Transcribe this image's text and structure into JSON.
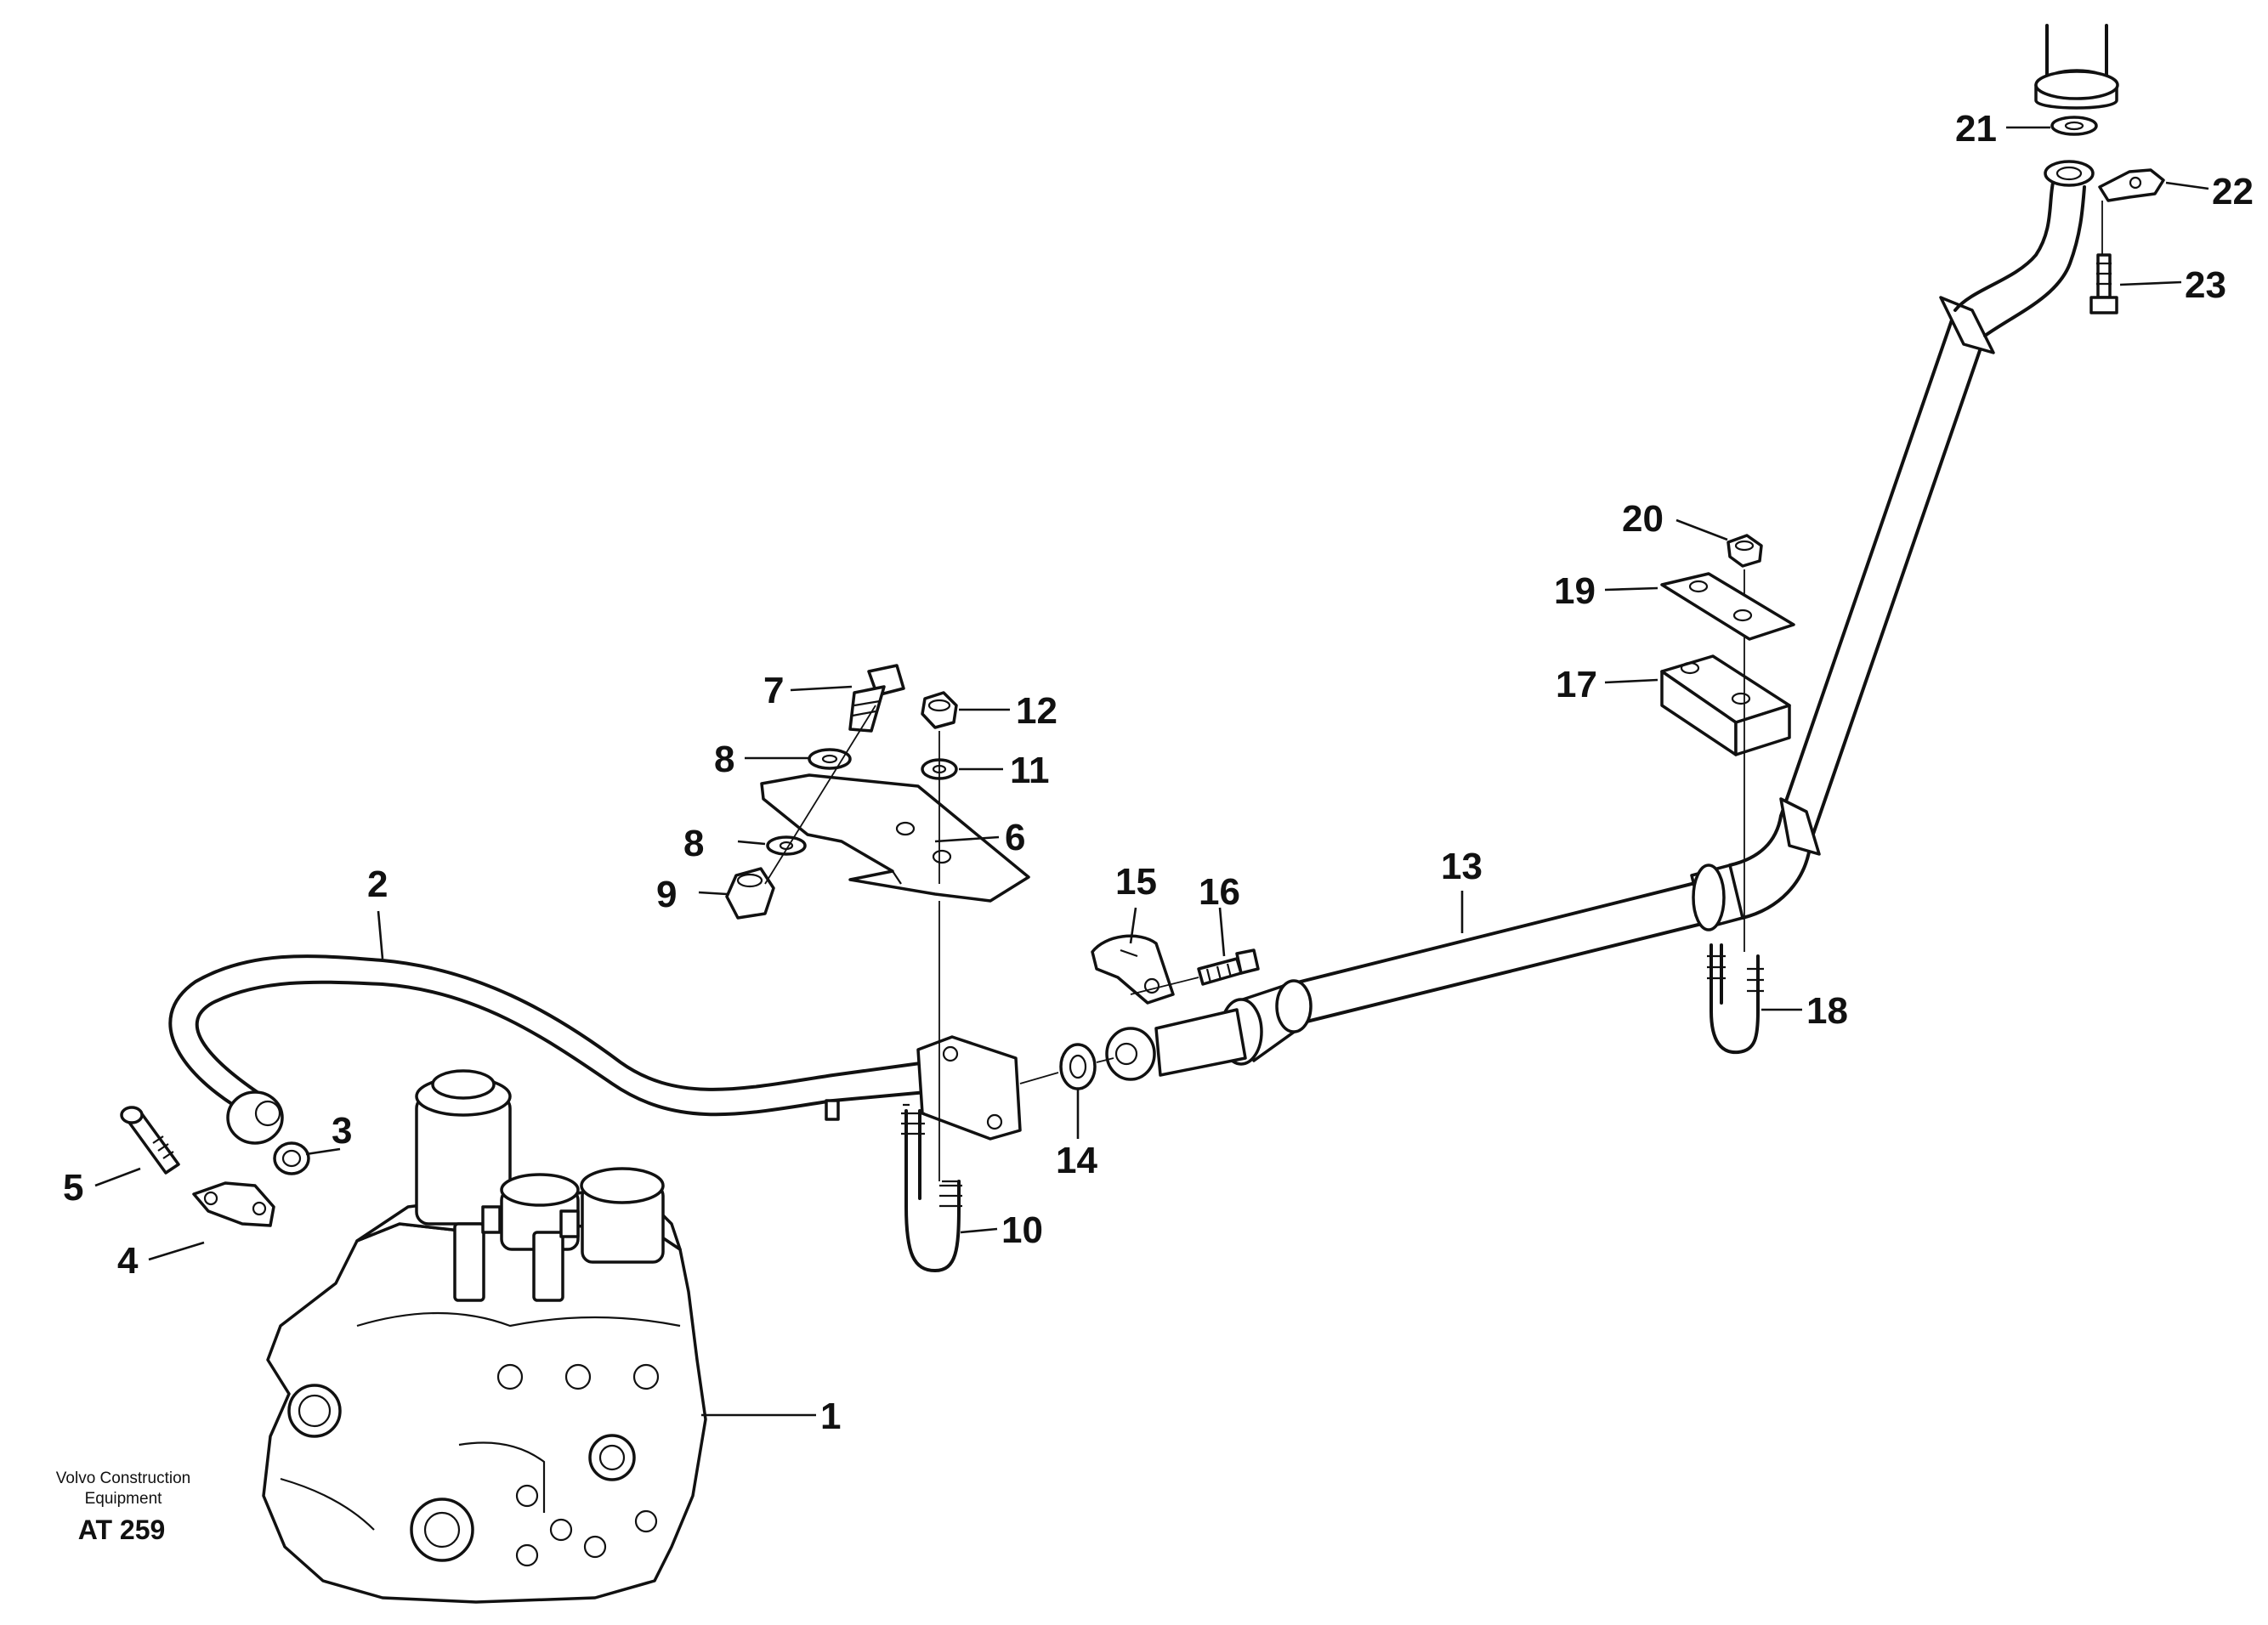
{
  "caption": {
    "company_line1": "Volvo Construction",
    "company_line2": "Equipment",
    "code": "AT 259"
  },
  "callouts": [
    {
      "id": "1",
      "label": "1"
    },
    {
      "id": "2",
      "label": "2"
    },
    {
      "id": "3",
      "label": "3"
    },
    {
      "id": "4",
      "label": "4"
    },
    {
      "id": "5",
      "label": "5"
    },
    {
      "id": "6",
      "label": "6"
    },
    {
      "id": "7",
      "label": "7"
    },
    {
      "id": "8a",
      "label": "8"
    },
    {
      "id": "8b",
      "label": "8"
    },
    {
      "id": "9",
      "label": "9"
    },
    {
      "id": "10",
      "label": "10"
    },
    {
      "id": "11",
      "label": "11"
    },
    {
      "id": "12",
      "label": "12"
    },
    {
      "id": "13",
      "label": "13"
    },
    {
      "id": "14",
      "label": "14"
    },
    {
      "id": "15",
      "label": "15"
    },
    {
      "id": "16",
      "label": "16"
    },
    {
      "id": "17",
      "label": "17"
    },
    {
      "id": "18",
      "label": "18"
    },
    {
      "id": "19",
      "label": "19"
    },
    {
      "id": "20",
      "label": "20"
    },
    {
      "id": "21",
      "label": "21"
    },
    {
      "id": "22",
      "label": "22"
    },
    {
      "id": "23",
      "label": "23"
    }
  ]
}
